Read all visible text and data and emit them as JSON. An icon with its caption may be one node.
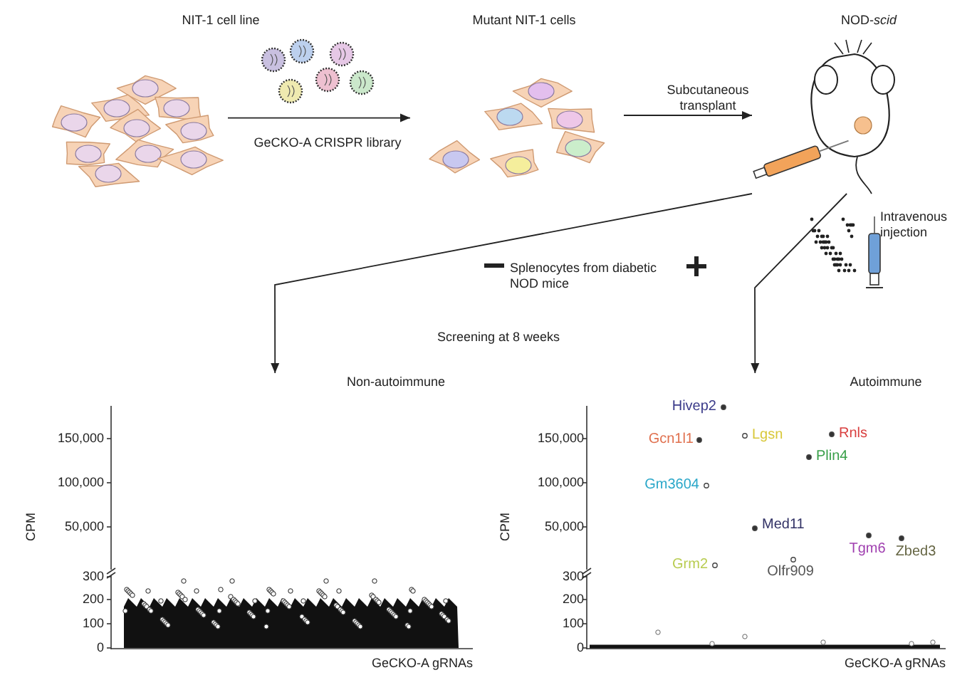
{
  "diagram": {
    "nodes": [
      {
        "text": [
          "NIT-1 cell line"
        ]
      },
      {
        "text": [
          "Mutant NIT-1 cells"
        ]
      },
      {
        "text": [
          "NOD-*scid*"
        ]
      },
      {
        "text": [
          "Non-autoimmune"
        ]
      },
      {
        "text": [
          "Autoimmune"
        ]
      }
    ],
    "edges": [
      {
        "from": 0,
        "to": 1,
        "arrow": "to",
        "label": "GeCKO-A CRISPR library"
      },
      {
        "from": 1,
        "to": 2,
        "arrow": "to",
        "label": "Subcutaneous transplant"
      },
      {
        "from": 2,
        "to": 3,
        "arrow": "to"
      },
      {
        "from": 2,
        "to": 4,
        "arrow": "to"
      }
    ],
    "labels": [
      "Splenocytes from diabetic NOD mice",
      "Intravenous injection",
      "Screening at 8 weeks",
      "150,000",
      "100,000",
      "50,000",
      "300",
      "200",
      "100",
      "0",
      "CPM",
      "GeCKO-A gRNAs",
      "Hivep2",
      "150,000",
      "Gcn1l1",
      "Lgsn",
      "Rnls",
      "Plin4",
      "100,000",
      "Gm3604",
      "50,000",
      "Med11",
      "Tgm6",
      "Zbed3",
      "Grm2",
      "Olfr909",
      "300",
      "200",
      "100",
      "0",
      "CPM",
      "GeCKO-A gRNAs"
    ]
  }
}
